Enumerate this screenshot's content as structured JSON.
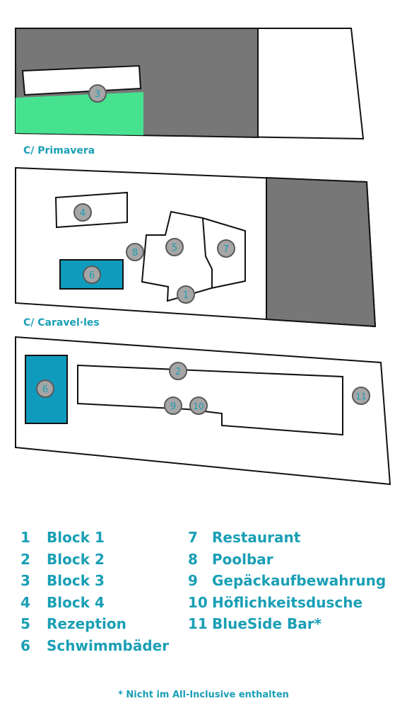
{
  "streets": {
    "primavera": "C/ Primavera",
    "caravelles": "C/ Caravel·les"
  },
  "markers": {
    "m1": "1",
    "m2": "2",
    "m3": "3",
    "m4": "4",
    "m5": "5",
    "m6a": "6",
    "m6b": "6",
    "m7": "7",
    "m8": "8",
    "m9": "9",
    "m10": "10",
    "m11": "11"
  },
  "legend": {
    "left": [
      {
        "num": "1",
        "label": "Block 1"
      },
      {
        "num": "2",
        "label": "Block 2"
      },
      {
        "num": "3",
        "label": "Block 3"
      },
      {
        "num": "4",
        "label": "Block 4"
      },
      {
        "num": "5",
        "label": "Rezeption"
      },
      {
        "num": "6",
        "label": "Schwimmbäder"
      }
    ],
    "right": [
      {
        "num": "7",
        "label": "Restaurant"
      },
      {
        "num": "8",
        "label": "Poolbar"
      },
      {
        "num": "9",
        "label": "Gepäckaufbewahrung"
      },
      {
        "num": "10",
        "label": "Höflichkeitsdusche"
      },
      {
        "num": "11",
        "label": "BlueSide Bar*"
      }
    ]
  },
  "footnote": "* Nicht im All-Inclusive enthalten",
  "colors": {
    "accent": "#1a9fb5",
    "pool": "#0f9bbd",
    "green_area": "#47e28f",
    "dark_area": "#777777",
    "marker_fill": "#a6a6a6"
  }
}
